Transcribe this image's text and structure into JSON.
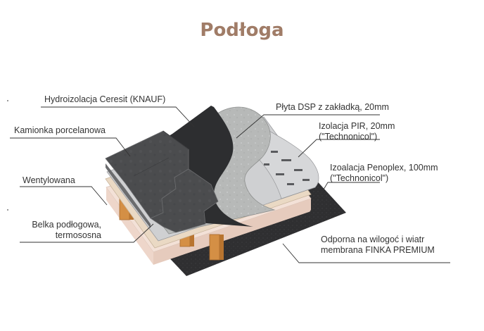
{
  "title": "Podłoga",
  "labels": {
    "hydroizolacja": "Hydroizolacja Ceresit (KNAUF)",
    "kamionka": "Kamionka porcelanowa",
    "wentylowana": "Wentylowana",
    "belka_line1": "Belka podłogowa,",
    "belka_line2": "termososna",
    "plyta_dsp": "Płyta DSP z zakładką, 20mm",
    "pir_line1": "Izolacja PIR, 20mm",
    "pir_line2": "(\"Technonicol\")",
    "penoplex_line1": "Izoalacja Penoplex, 100mm",
    "penoplex_line2": "(\"Technonicol\")",
    "membrana_line1": "Odporna na wilogoć i wiatr",
    "membrana_line2": "membrana FINKA PREMIUM"
  },
  "colors": {
    "title": "#a07c67",
    "membrane": "#2f2f31",
    "wood": "#d9954a",
    "penoplex": "#f2ddd3",
    "pir": "#c9c9cb",
    "dsp": "#bdbfbf",
    "tile": "#4a4b4d",
    "waterproof": "#2c2d2f",
    "leader_line": "#333333"
  }
}
